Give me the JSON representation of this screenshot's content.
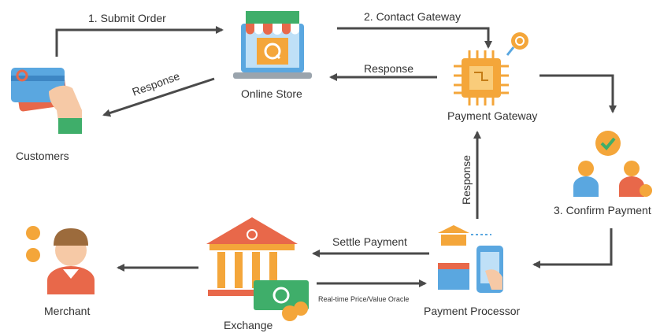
{
  "nodes": {
    "customers": "Customers",
    "online_store": "Online Store",
    "payment_gateway": "Payment Gateway",
    "confirm_payment": "3. Confirm Payment",
    "payment_processor": "Payment Processor",
    "exchange": "Exchange",
    "merchant": "Merchant"
  },
  "edges": {
    "submit_order": "1. Submit Order",
    "contact_gateway": "2. Contact Gateway",
    "response_gateway_to_store": "Response",
    "response_store_to_customers": "Response",
    "response_processor_to_gateway": "Response",
    "settle_payment": "Settle Payment",
    "oracle": "Real-time Price/Value Oracle"
  },
  "colors": {
    "arrow": "#4a4a4a",
    "accent_orange": "#f4a63a",
    "accent_blue": "#5aa7e0",
    "accent_green": "#3fae6a",
    "accent_red": "#e8684a"
  }
}
